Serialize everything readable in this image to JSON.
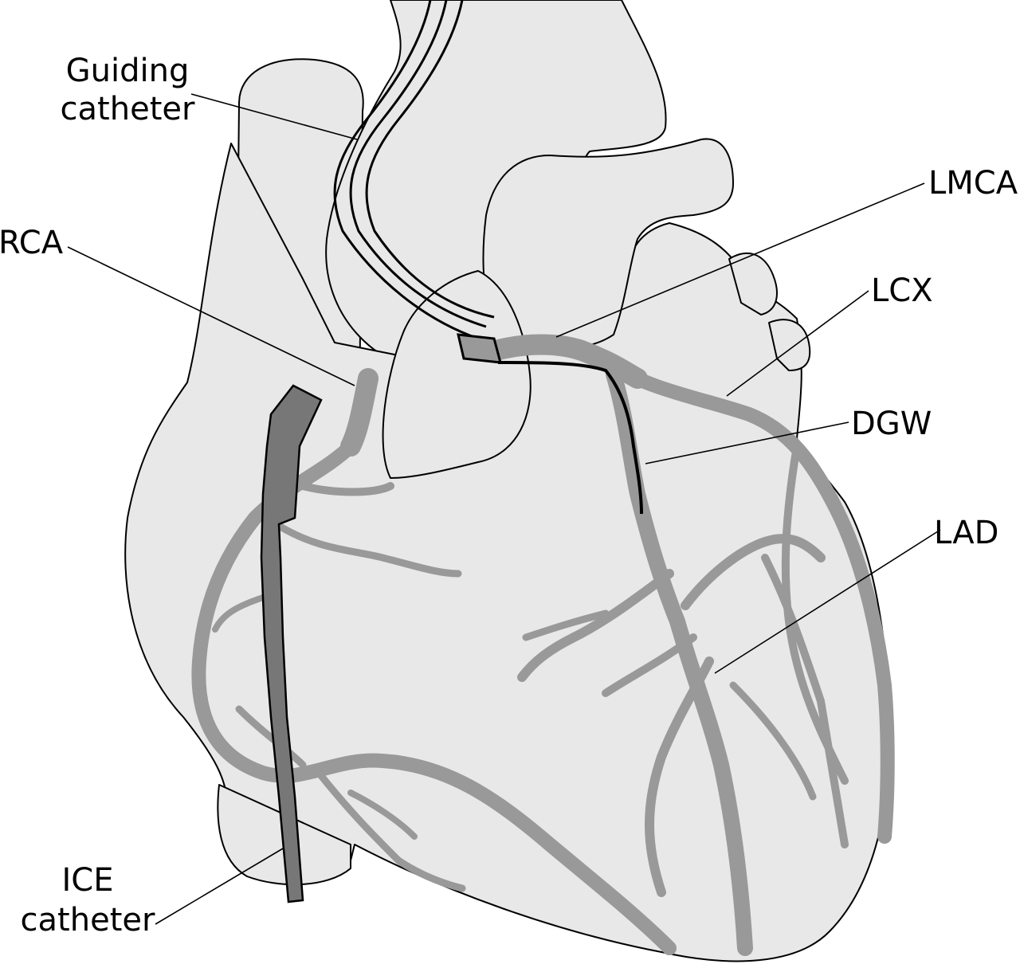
{
  "labels": {
    "guiding_catheter": [
      "Guiding",
      "catheter"
    ],
    "lmca": "LMCA",
    "rca": "RCA",
    "lcx": "LCX",
    "dgw": "DGW",
    "lad": "LAD",
    "ice_catheter": [
      "ICE",
      "catheter"
    ]
  },
  "colors": {
    "tissue": "#e8e8e8",
    "vessel": "#999999",
    "ice_catheter": "#777777",
    "guiding_tip": "#999999",
    "outline": "#000000",
    "background": "#ffffff"
  }
}
